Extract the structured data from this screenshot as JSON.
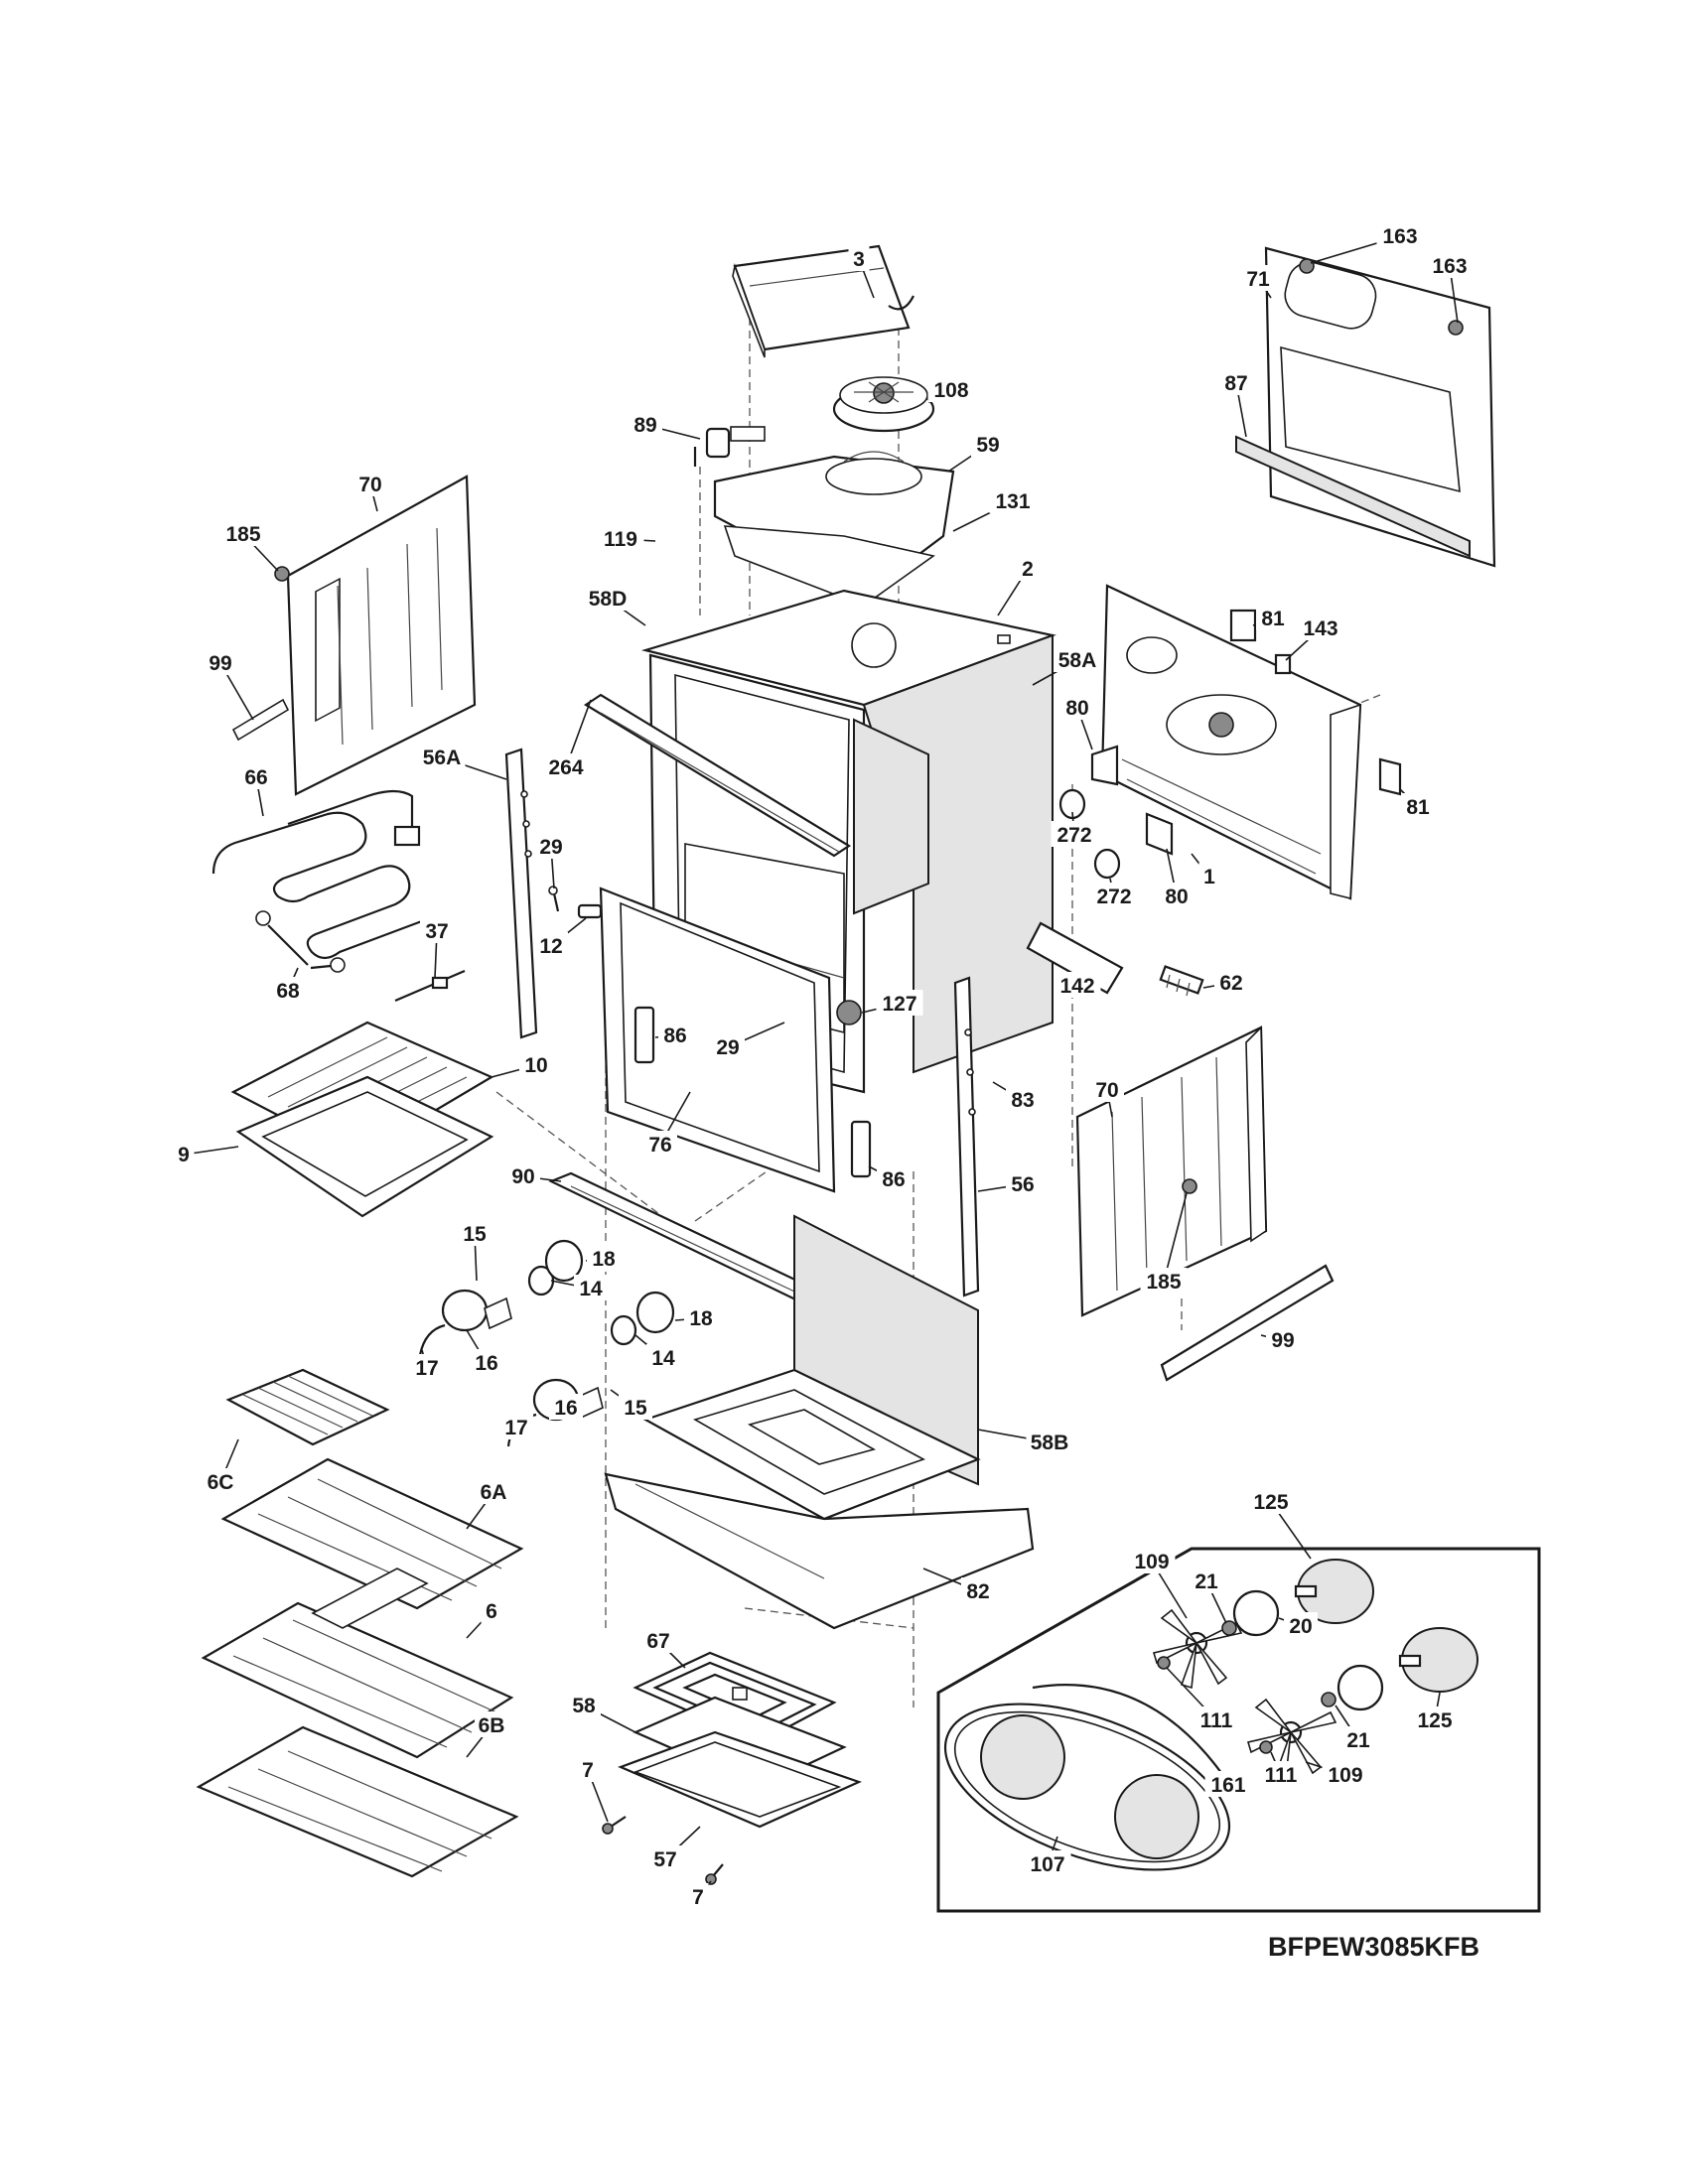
{
  "model_code": "BFPEW3085KFB",
  "callouts": [
    "3",
    "108",
    "89",
    "59",
    "131",
    "119",
    "2",
    "58D",
    "58A",
    "163",
    "163",
    "71",
    "87",
    "70",
    "185",
    "99",
    "81",
    "143",
    "80",
    "272",
    "81",
    "80",
    "272",
    "1",
    "264",
    "56A",
    "66",
    "29",
    "12",
    "68",
    "37",
    "127",
    "86",
    "29",
    "83",
    "142",
    "62",
    "70",
    "10",
    "9",
    "76",
    "90",
    "86",
    "56",
    "185",
    "99",
    "15",
    "18",
    "14",
    "18",
    "17",
    "16",
    "14",
    "17",
    "16",
    "15",
    "6C",
    "6A",
    "6",
    "6B",
    "58B",
    "82",
    "67",
    "58",
    "7",
    "57",
    "7",
    "125",
    "109",
    "21",
    "20",
    "111",
    "21",
    "125",
    "111",
    "109",
    "161",
    "107"
  ]
}
